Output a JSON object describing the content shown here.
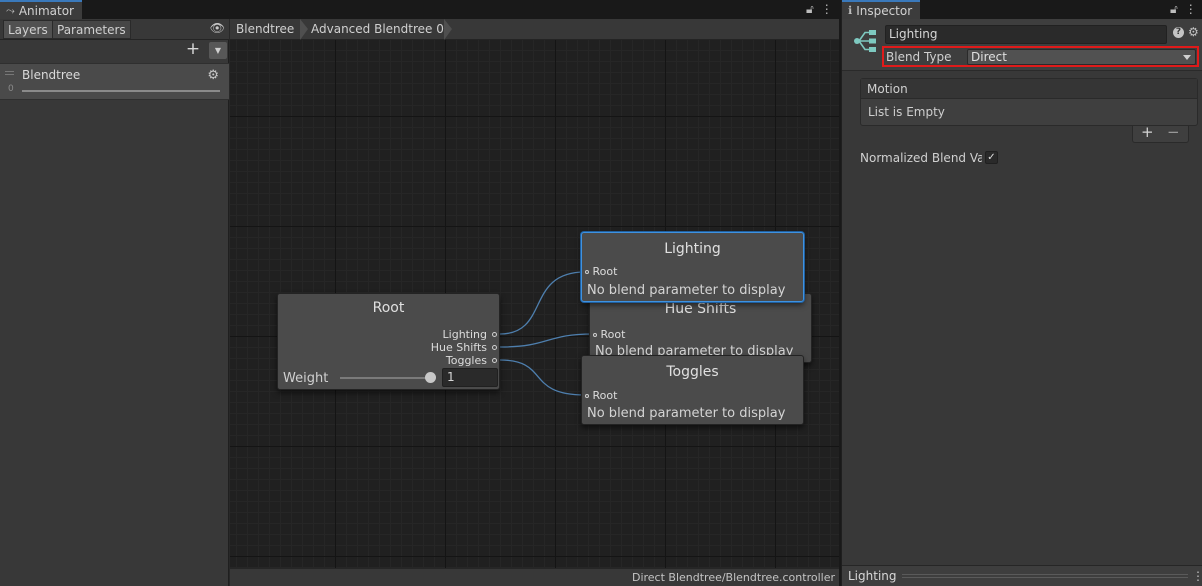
{
  "animator": {
    "tab_title": "Animator",
    "tab_icon": "animator-icon",
    "left_panel": {
      "tabs": [
        "Layers",
        "Parameters"
      ],
      "add_label": "+",
      "layer": {
        "name": "Blendtree",
        "slider_min": "0"
      }
    },
    "breadcrumb": [
      "Blendtree",
      "Advanced Blendtree 0"
    ],
    "status_path": "Direct Blendtree/Blendtree.controller",
    "nodes": {
      "root": {
        "title": "Root",
        "outputs": [
          "Lighting",
          "Hue Shifts",
          "Toggles"
        ],
        "weight_label": "Weight",
        "weight_value": "1"
      },
      "lighting": {
        "title": "Lighting",
        "input": "Root",
        "message": "No blend parameter to display",
        "selected": true
      },
      "hue_shifts": {
        "title": "Hue Shifts",
        "input": "Root",
        "message": "No blend parameter to display"
      },
      "toggles": {
        "title": "Toggles",
        "input": "Root",
        "message": "No blend parameter to display"
      }
    }
  },
  "inspector": {
    "tab_title": "Inspector",
    "tab_icon": "info-icon",
    "name_value": "Lighting",
    "blend_type_label": "Blend Type",
    "blend_type_value": "Direct",
    "motion_header": "Motion",
    "motion_empty": "List is Empty",
    "plus_label": "+",
    "minus_label": "−",
    "normalized_label": "Normalized Blend Values",
    "normalized_checked": true,
    "footer_label": "Lighting"
  },
  "colors": {
    "selection_outline": "#e01a1a",
    "selected_node_border": "#3f92e0",
    "wire": "#4e7fae",
    "tab_accent": "#3a79bb",
    "blendtree_icon": "#7ec9c0"
  }
}
